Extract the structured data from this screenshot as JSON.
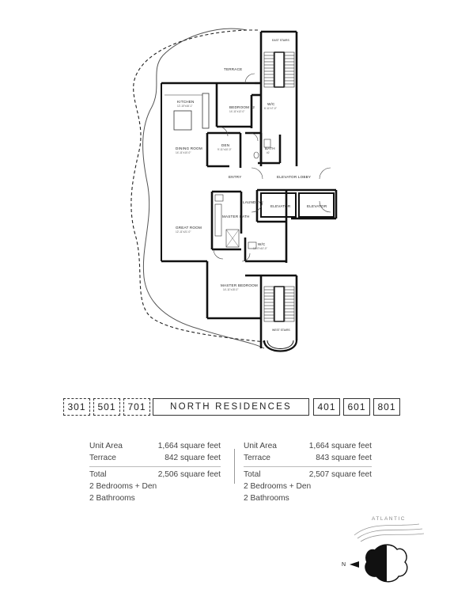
{
  "floorplan": {
    "rooms": [
      {
        "id": "terrace",
        "label": "TERRACE",
        "dim": ""
      },
      {
        "id": "kitchen",
        "label": "KITCHEN",
        "dim": "12'-10\"x16'-1\""
      },
      {
        "id": "bedroom2",
        "label": "BEDROOM #2",
        "dim": "14'-11\"x12'-0\""
      },
      {
        "id": "wc1",
        "label": "W/C",
        "dim": "6'-11\"x7'-0\""
      },
      {
        "id": "dining",
        "label": "DINING ROOM",
        "dim": "14'-11\"x10'-0\""
      },
      {
        "id": "den",
        "label": "DEN",
        "dim": "9'-11\"x10'-0\""
      },
      {
        "id": "bath2",
        "label": "BATH",
        "dim": "#2"
      },
      {
        "id": "entry",
        "label": "ENTRY",
        "dim": ""
      },
      {
        "id": "elevator_lobby",
        "label": "ELEVATOR LOBBY",
        "dim": ""
      },
      {
        "id": "laundry",
        "label": "LAUNDRY",
        "dim": ""
      },
      {
        "id": "elevator1",
        "label": "ELEVATOR",
        "dim": ""
      },
      {
        "id": "elevator2",
        "label": "ELEVATOR",
        "dim": ""
      },
      {
        "id": "great_room",
        "label": "GREAT ROOM",
        "dim": "12'-11\"x21'-0\""
      },
      {
        "id": "master_bath",
        "label": "MASTER BATH",
        "dim": ""
      },
      {
        "id": "wc2",
        "label": "W/C",
        "dim": "10'-0\"x10'-0\""
      },
      {
        "id": "master_bedroom",
        "label": "MASTER BEDROOM",
        "dim": "14'-11\"x15'-0\""
      },
      {
        "id": "east_stairs",
        "label": "EAST STAIRS",
        "dim": ""
      },
      {
        "id": "west_stairs",
        "label": "WEST STAIRS",
        "dim": ""
      }
    ]
  },
  "units": {
    "left": [
      "301",
      "501",
      "701"
    ],
    "title": "NORTH RESIDENCES",
    "right": [
      "401",
      "601",
      "801"
    ]
  },
  "specs": {
    "left": {
      "unit_area_label": "Unit Area",
      "unit_area_value": "1,664 square feet",
      "terrace_label": "Terrace",
      "terrace_value": "842 square feet",
      "total_label": "Total",
      "total_value": "2,506 square feet",
      "bedrooms": "2 Bedrooms + Den",
      "bathrooms": "2 Bathrooms"
    },
    "right": {
      "unit_area_label": "Unit Area",
      "unit_area_value": "1,664 square feet",
      "terrace_label": "Terrace",
      "terrace_value": "843 square feet",
      "total_label": "Total",
      "total_value": "2,507 square feet",
      "bedrooms": "2 Bedrooms + Den",
      "bathrooms": "2 Bathrooms"
    }
  },
  "compass": {
    "ocean_label": "ATLANTIC",
    "north_label": "N"
  }
}
